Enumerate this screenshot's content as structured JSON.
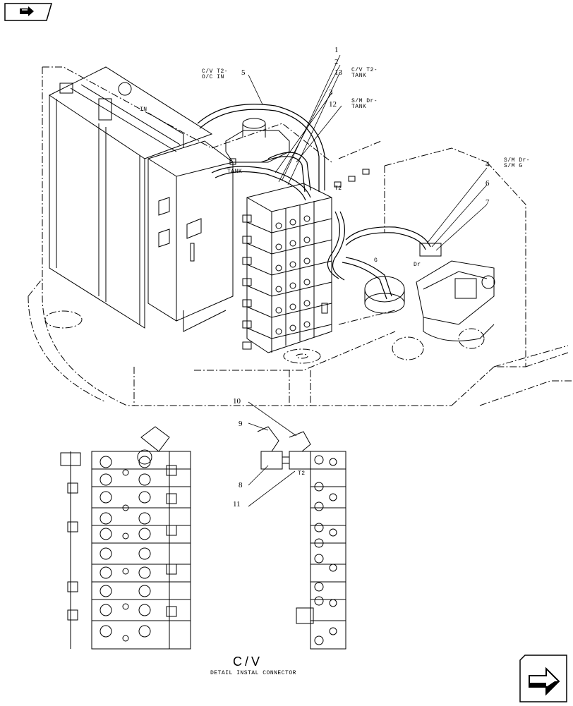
{
  "nav": {
    "back_icon": "arrow-back-icon",
    "next_icon": "arrow-next-icon"
  },
  "callouts": {
    "c1": "1",
    "c2": "2",
    "c3": "3",
    "c4": "4",
    "c5": "5",
    "c6": "6",
    "c7": "7",
    "c8": "8",
    "c9": "9",
    "c10": "10",
    "c11": "11",
    "c12": "12",
    "c13": "13"
  },
  "labels": {
    "cv_t2_oc_in_1": "C/V T2-",
    "cv_t2_oc_in_2": "O/C IN",
    "cv_t2_tank_1": "C/V T2-",
    "cv_t2_tank_2": "TANK",
    "sm_dr_tank_1": "S/M Dr-",
    "sm_dr_tank_2": "TANK",
    "sm_dr_sm_g_1": "S/M Dr-",
    "sm_dr_sm_g_2": "S/M G",
    "in": "IN",
    "tank": "TANK",
    "t2_upper": "T2",
    "t2_detail": "T2",
    "g": "G",
    "dr": "Dr"
  },
  "detail": {
    "title": "C/V",
    "caption": "DETAIL INSTAL CONNECTOR"
  }
}
